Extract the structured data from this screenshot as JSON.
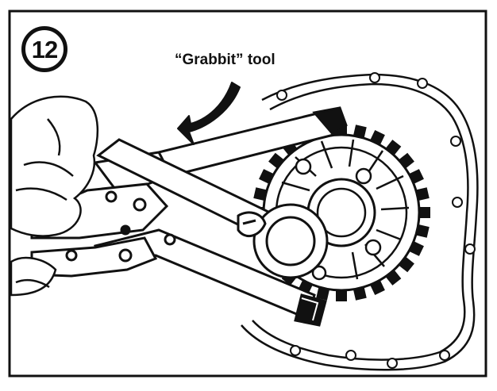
{
  "figure": {
    "step_number": "12",
    "callout_label": "“Grabbit” tool"
  },
  "colors": {
    "ink": "#111111",
    "paper": "#ffffff"
  },
  "icons": [
    "step-number-badge",
    "curved-arrow-icon",
    "gear-icon",
    "hand-illustration",
    "grabbit-tool-illustration",
    "ratchet-wrench-illustration",
    "engine-cover-gasket"
  ]
}
